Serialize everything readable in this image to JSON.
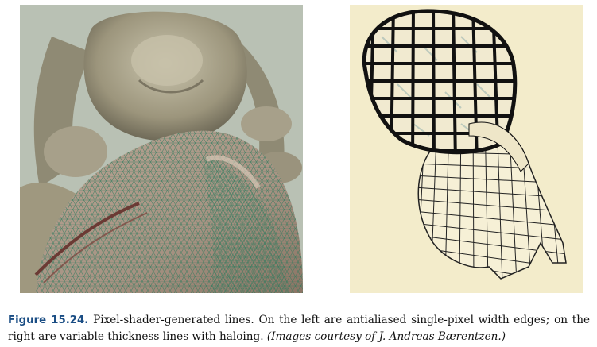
{
  "caption": {
    "label": "Figure 15.24.",
    "text": " Pixel-shader-generated lines. On the left are antialiased single-pixel width edges; on the right are variable thickness lines with haloing. ",
    "credit": "(Images courtesy of J. Andreas Bærentzen.)"
  },
  "colors": {
    "left_background": "#b9c1b4",
    "statue": "#a39d86",
    "mesh_fill": "#b3a08e",
    "wireframe_green": "#2b7a5c",
    "right_background": "#f3eccb",
    "thick_lines": "#111111"
  }
}
